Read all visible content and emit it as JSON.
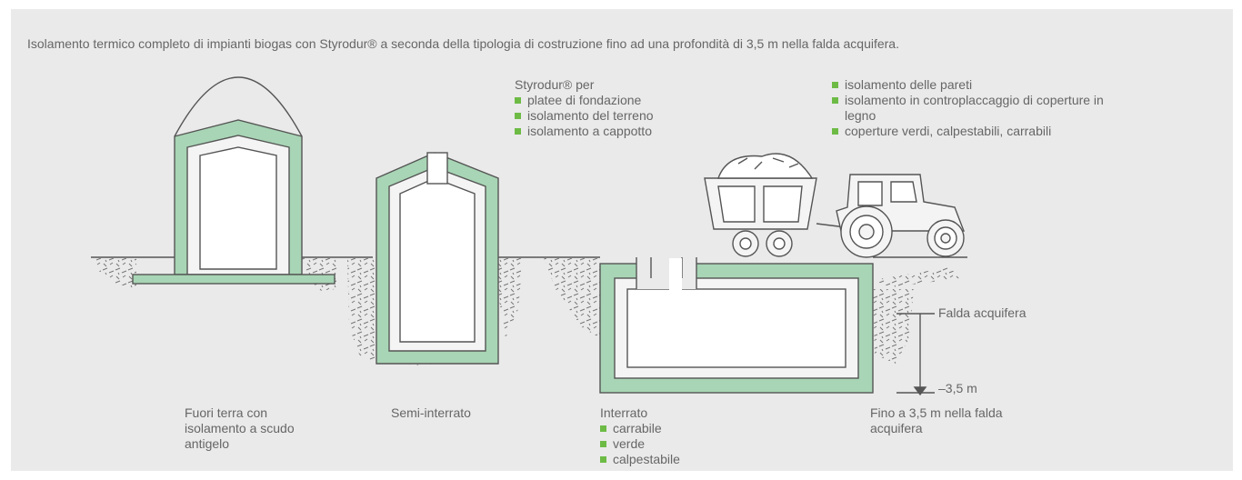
{
  "intro": "Isolamento termico completo di impianti biogas con Styrodur® a seconda della tipologia di costruzione fino ad una profondità di 3,5 m nella falda acquifera.",
  "uses_a": {
    "heading": "Styrodur® per",
    "items": [
      "platee di fondazione",
      "isolamento del terreno",
      "isolamento a cappotto"
    ]
  },
  "uses_b": {
    "items": [
      "isolamento delle pareti",
      "isolamento in controplaccaggio di coperture in legno",
      "coperture verdi, calpestabili, carrabili"
    ]
  },
  "labels": {
    "above": "Fuori terra con isolamento a scudo antigelo",
    "semi": "Semi-interrato",
    "buried": "Interrato",
    "buried_items": [
      "carrabile",
      "verde",
      "calpestabile"
    ],
    "groundwater": "Falda acquifera",
    "depth": "–3,5 m",
    "down_to": "Fino a 3,5 m nella falda acquifera"
  },
  "colors": {
    "insulation": "#a8d5b5",
    "bullet": "#6dbb45",
    "line": "#555555",
    "panel": "#eaeaea"
  }
}
